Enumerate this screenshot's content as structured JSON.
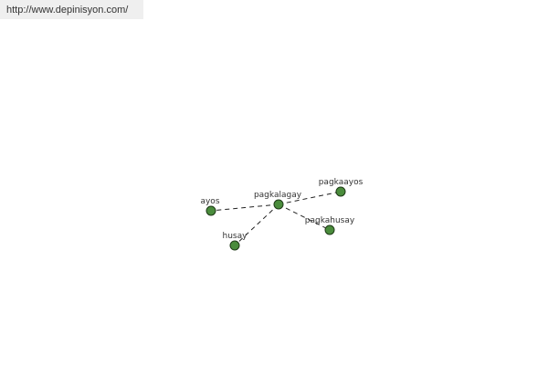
{
  "header": {
    "url": "http://www.depinisyon.com/"
  },
  "graph": {
    "colors": {
      "node_fill": "#4a8c3c",
      "node_stroke": "#1f3a18",
      "edge": "#222222"
    },
    "nodes": [
      {
        "label": "pagkalagay"
      },
      {
        "label": "ayos"
      },
      {
        "label": "pagkaayos"
      },
      {
        "label": "pagkahusay"
      },
      {
        "label": "husay"
      }
    ],
    "edges": [
      [
        0,
        1
      ],
      [
        0,
        2
      ],
      [
        0,
        3
      ],
      [
        0,
        4
      ]
    ]
  }
}
